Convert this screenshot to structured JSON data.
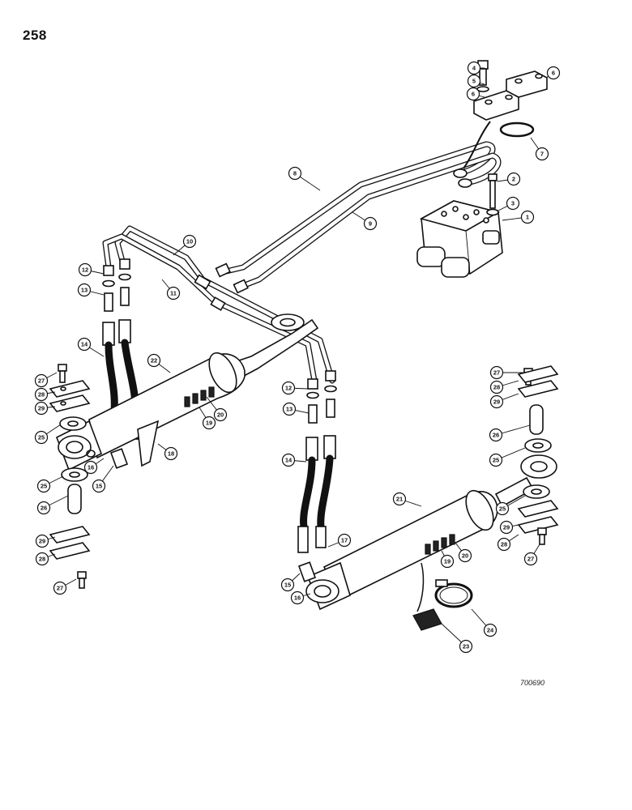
{
  "page": {
    "number": "258",
    "figure_id": "700690"
  },
  "callouts": [
    {
      "n": "1"
    },
    {
      "n": "2"
    },
    {
      "n": "3"
    },
    {
      "n": "4"
    },
    {
      "n": "5"
    },
    {
      "n": "6"
    },
    {
      "n": "6"
    },
    {
      "n": "7"
    },
    {
      "n": "8"
    },
    {
      "n": "9"
    },
    {
      "n": "10"
    },
    {
      "n": "11"
    },
    {
      "n": "12"
    },
    {
      "n": "13"
    },
    {
      "n": "14"
    },
    {
      "n": "22"
    },
    {
      "n": "20"
    },
    {
      "n": "19"
    },
    {
      "n": "18"
    },
    {
      "n": "16"
    },
    {
      "n": "15"
    },
    {
      "n": "27"
    },
    {
      "n": "28"
    },
    {
      "n": "29"
    },
    {
      "n": "25"
    },
    {
      "n": "25"
    },
    {
      "n": "26"
    },
    {
      "n": "29"
    },
    {
      "n": "28"
    },
    {
      "n": "27"
    },
    {
      "n": "12"
    },
    {
      "n": "13"
    },
    {
      "n": "14"
    },
    {
      "n": "17"
    },
    {
      "n": "15"
    },
    {
      "n": "16"
    },
    {
      "n": "21"
    },
    {
      "n": "19"
    },
    {
      "n": "20"
    },
    {
      "n": "24"
    },
    {
      "n": "23"
    },
    {
      "n": "27"
    },
    {
      "n": "28"
    },
    {
      "n": "29"
    },
    {
      "n": "26"
    },
    {
      "n": "25"
    },
    {
      "n": "25"
    },
    {
      "n": "29"
    },
    {
      "n": "28"
    },
    {
      "n": "27"
    }
  ]
}
